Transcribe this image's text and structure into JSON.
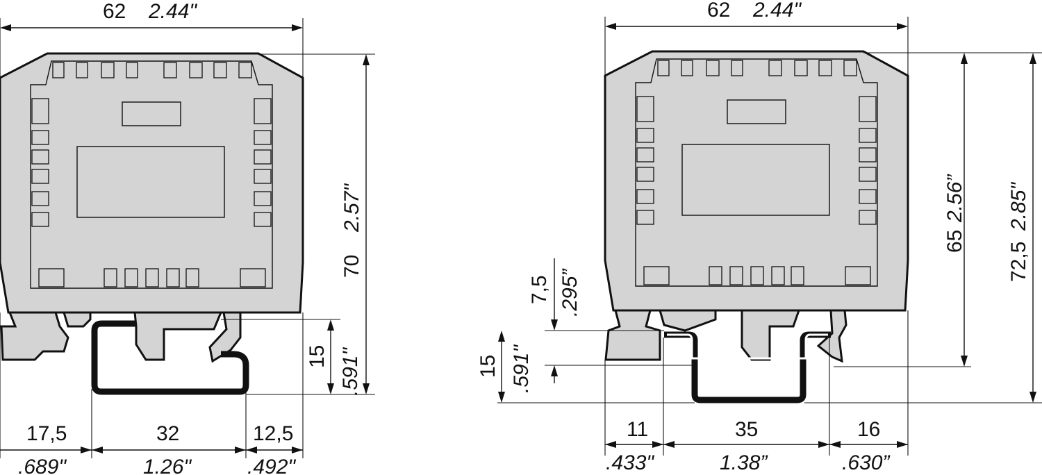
{
  "left_view": {
    "width_top": {
      "mm": "62",
      "inch": "2.44\""
    },
    "height_total": {
      "mm": "70",
      "inch": "2.57\""
    },
    "rail_height": {
      "mm": "15",
      "inch": ".591\""
    },
    "bottom_left": {
      "mm": "17,5",
      "inch": ".689\""
    },
    "bottom_mid": {
      "mm": "32",
      "inch": "1.26\""
    },
    "bottom_right": {
      "mm": "12,5",
      "inch": ".492\""
    }
  },
  "right_view": {
    "width_top": {
      "mm": "62",
      "inch": "2.44\""
    },
    "height_inner": {
      "mm": "65",
      "inch": "2.56”"
    },
    "height_total": {
      "mm": "72,5",
      "inch": "2.85\""
    },
    "rail_offset": {
      "mm": "7,5",
      "inch": ".295”"
    },
    "rail_height": {
      "mm": "15",
      "inch": ".591\""
    },
    "bottom_left": {
      "mm": "11",
      "inch": ".433\""
    },
    "bottom_mid": {
      "mm": "35",
      "inch": "1.38”"
    },
    "bottom_right": {
      "mm": "16",
      "inch": ".630”"
    }
  }
}
